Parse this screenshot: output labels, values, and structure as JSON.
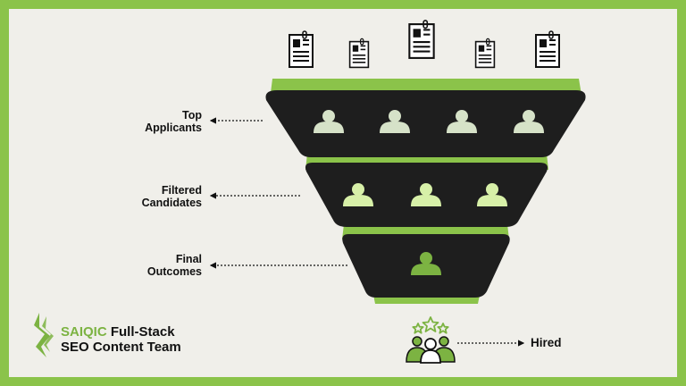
{
  "funnel": {
    "stages": [
      {
        "label_line1": "Top",
        "label_line2": "Applicants",
        "people": 4
      },
      {
        "label_line1": "Filtered",
        "label_line2": "Candidates",
        "people": 3
      },
      {
        "label_line1": "Final",
        "label_line2": "Outcomes",
        "people": 1
      }
    ],
    "result_label": "Hired",
    "resume_count": 5
  },
  "brand": {
    "accent": "SAIQIC",
    "line1_rest": " Full-Stack",
    "line2": "SEO Content Team"
  },
  "colors": {
    "frame": "#8bc34a",
    "background": "#f0efea",
    "funnel_body": "#1e1e1e",
    "funnel_rim": "#8bc34a",
    "stage1_person": "#d6e2c8",
    "stage2_person": "#d7f0a8",
    "stage3_person": "#7cb342"
  },
  "icons": [
    "resume-icon",
    "person-icon",
    "hired-team-icon",
    "saiqic-logo-icon"
  ]
}
